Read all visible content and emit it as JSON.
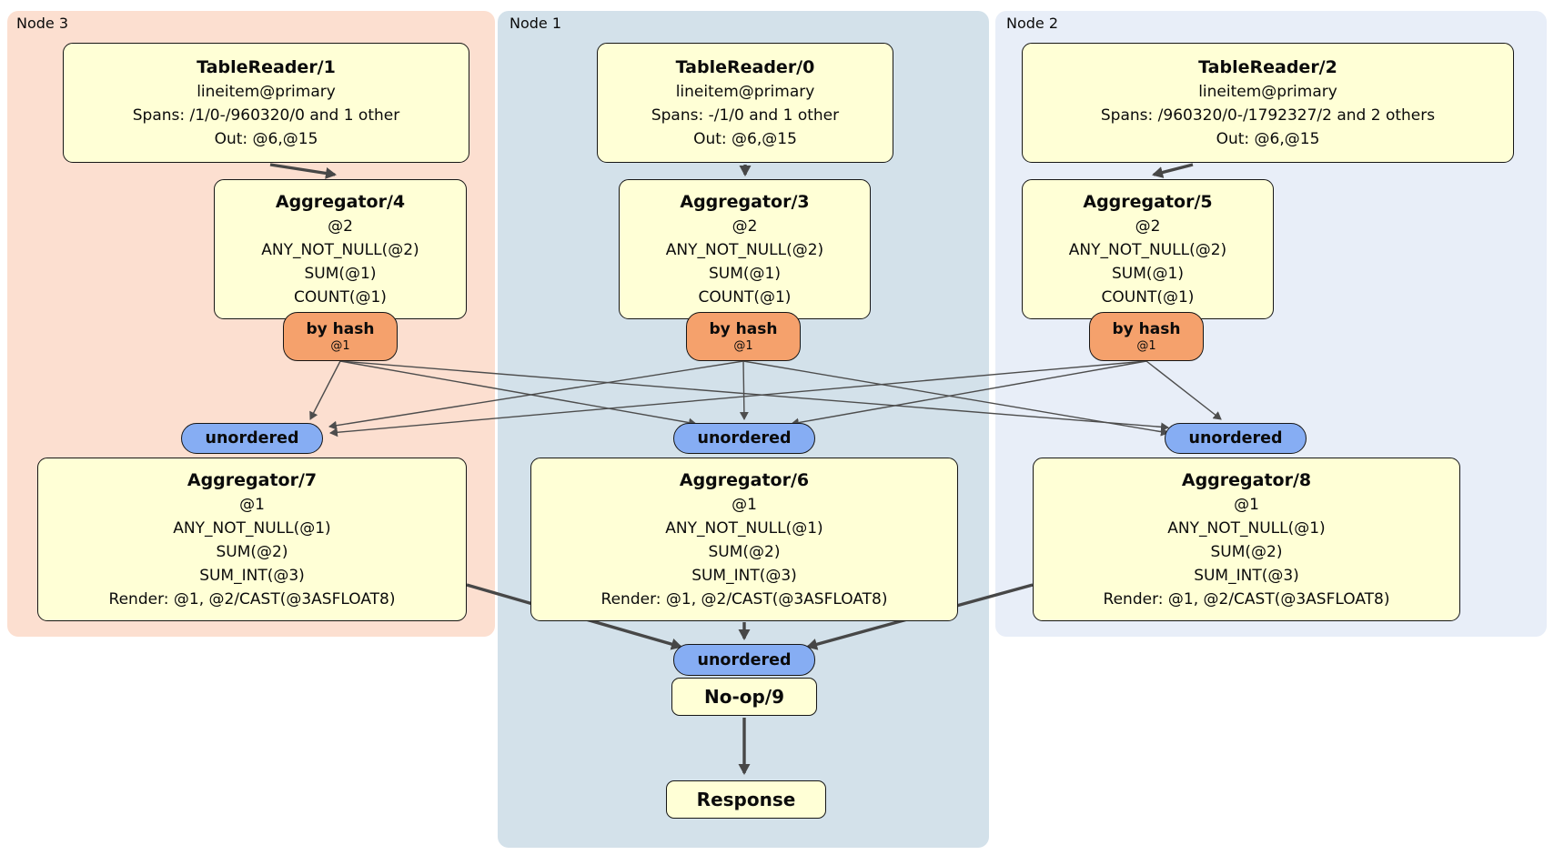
{
  "colors": {
    "node3_bg": "#fcdfd0",
    "node1_bg": "#d3e1ea",
    "node2_bg": "#e8eef8",
    "proc_fill": "#ffffd6",
    "router_fill": "#f5a16c",
    "sync_fill": "#86adf3",
    "edge": "#474747"
  },
  "panels": {
    "node3": {
      "label": "Node 3"
    },
    "node1": {
      "label": "Node 1"
    },
    "node2": {
      "label": "Node 2"
    }
  },
  "processors": {
    "tr1": {
      "title": "TableReader/1",
      "rows": [
        "lineitem@primary",
        "Spans: /1/0-/960320/0 and 1 other",
        "Out: @6,@15"
      ]
    },
    "tr0": {
      "title": "TableReader/0",
      "rows": [
        "lineitem@primary",
        "Spans: -/1/0 and 1 other",
        "Out: @6,@15"
      ]
    },
    "tr2": {
      "title": "TableReader/2",
      "rows": [
        "lineitem@primary",
        "Spans: /960320/0-/1792327/2 and 2 others",
        "Out: @6,@15"
      ]
    },
    "ag4": {
      "title": "Aggregator/4",
      "rows": [
        "@2",
        "ANY_NOT_NULL(@2)",
        "SUM(@1)",
        "COUNT(@1)"
      ]
    },
    "ag3": {
      "title": "Aggregator/3",
      "rows": [
        "@2",
        "ANY_NOT_NULL(@2)",
        "SUM(@1)",
        "COUNT(@1)"
      ]
    },
    "ag5": {
      "title": "Aggregator/5",
      "rows": [
        "@2",
        "ANY_NOT_NULL(@2)",
        "SUM(@1)",
        "COUNT(@1)"
      ]
    },
    "ag7": {
      "title": "Aggregator/7",
      "rows": [
        "@1",
        "ANY_NOT_NULL(@1)",
        "SUM(@2)",
        "SUM_INT(@3)",
        "Render: @1, @2/CAST(@3ASFLOAT8)"
      ]
    },
    "ag6": {
      "title": "Aggregator/6",
      "rows": [
        "@1",
        "ANY_NOT_NULL(@1)",
        "SUM(@2)",
        "SUM_INT(@3)",
        "Render: @1, @2/CAST(@3ASFLOAT8)"
      ]
    },
    "ag8": {
      "title": "Aggregator/8",
      "rows": [
        "@1",
        "ANY_NOT_NULL(@1)",
        "SUM(@2)",
        "SUM_INT(@3)",
        "Render: @1, @2/CAST(@3ASFLOAT8)"
      ]
    },
    "noop": {
      "title": "No-op/9"
    },
    "response": {
      "title": "Response"
    }
  },
  "routers": {
    "r4": {
      "label": "by hash",
      "detail": "@1"
    },
    "r3": {
      "label": "by hash",
      "detail": "@1"
    },
    "r5": {
      "label": "by hash",
      "detail": "@1"
    }
  },
  "syncs": {
    "s7": {
      "label": "unordered"
    },
    "s6": {
      "label": "unordered"
    },
    "s8": {
      "label": "unordered"
    },
    "sfinal": {
      "label": "unordered"
    }
  }
}
